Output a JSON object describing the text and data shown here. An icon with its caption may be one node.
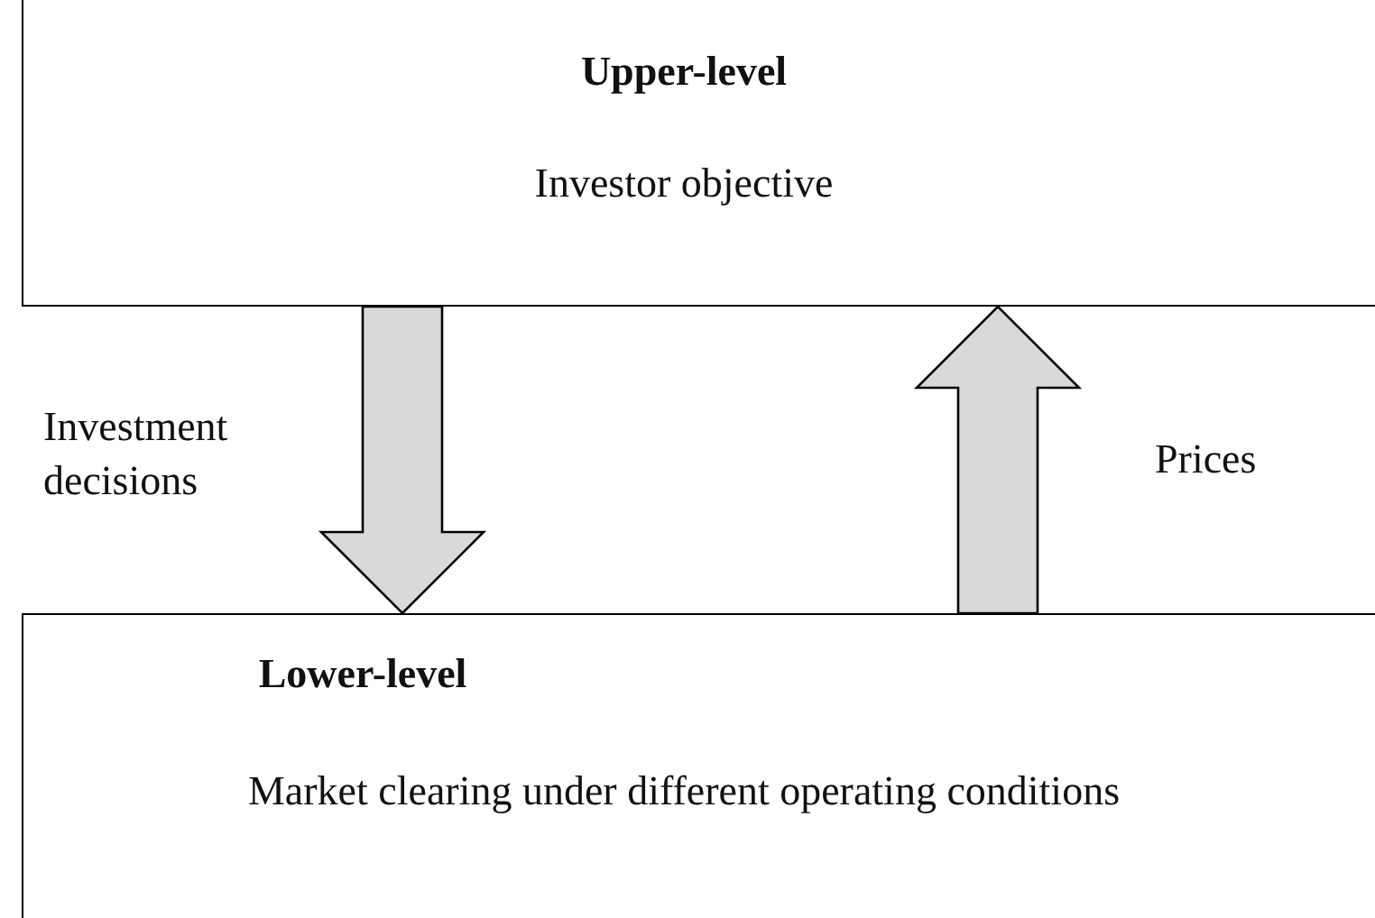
{
  "diagram": {
    "nodes": [
      {
        "text": [
          "Upper-level",
          "Investor objective"
        ]
      },
      {
        "text": [
          "Lower-level",
          "Market clearing under different operating conditions"
        ]
      }
    ],
    "edges": [
      {
        "from": 0,
        "to": 1,
        "arrow": "to",
        "label": "Investment decisions",
        "style": "thick"
      },
      {
        "from": 1,
        "to": 0,
        "arrow": "to",
        "label": "Prices",
        "style": "thick"
      }
    ]
  }
}
